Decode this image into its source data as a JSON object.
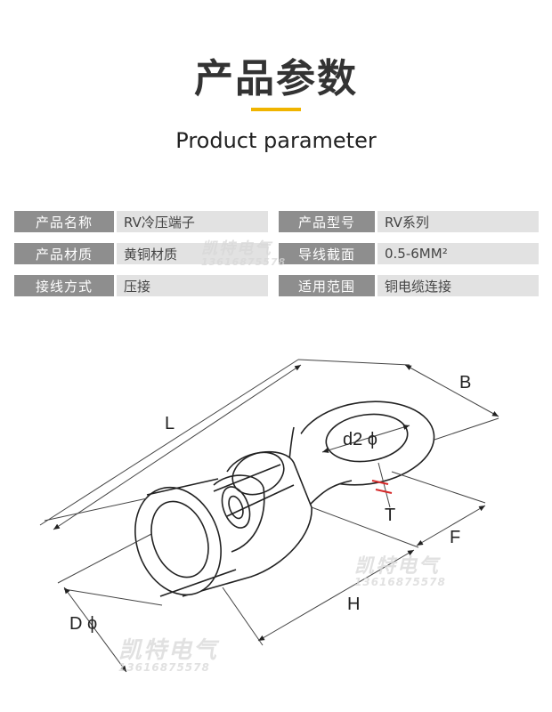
{
  "header": {
    "title_cn": "产品参数",
    "title_en": "Product parameter",
    "accent_color": "#f0b400"
  },
  "params": [
    [
      {
        "label": "产品名称",
        "value": "RV冷压端子"
      },
      {
        "label": "产品型号",
        "value": "RV系列"
      }
    ],
    [
      {
        "label": "产品材质",
        "value": "黄铜材质"
      },
      {
        "label": "导线截面",
        "value": "0.5-6MM²"
      }
    ],
    [
      {
        "label": "接线方式",
        "value": "压接"
      },
      {
        "label": "适用范围",
        "value": "铜电缆连接"
      }
    ]
  ],
  "diagram": {
    "labels": {
      "L": "L",
      "B": "B",
      "d2": "d2 ϕ",
      "T": "T",
      "F": "F",
      "H": "H",
      "D": "D ϕ"
    }
  },
  "watermark": {
    "brand": "凯特电气",
    "phone": "13616875578"
  }
}
